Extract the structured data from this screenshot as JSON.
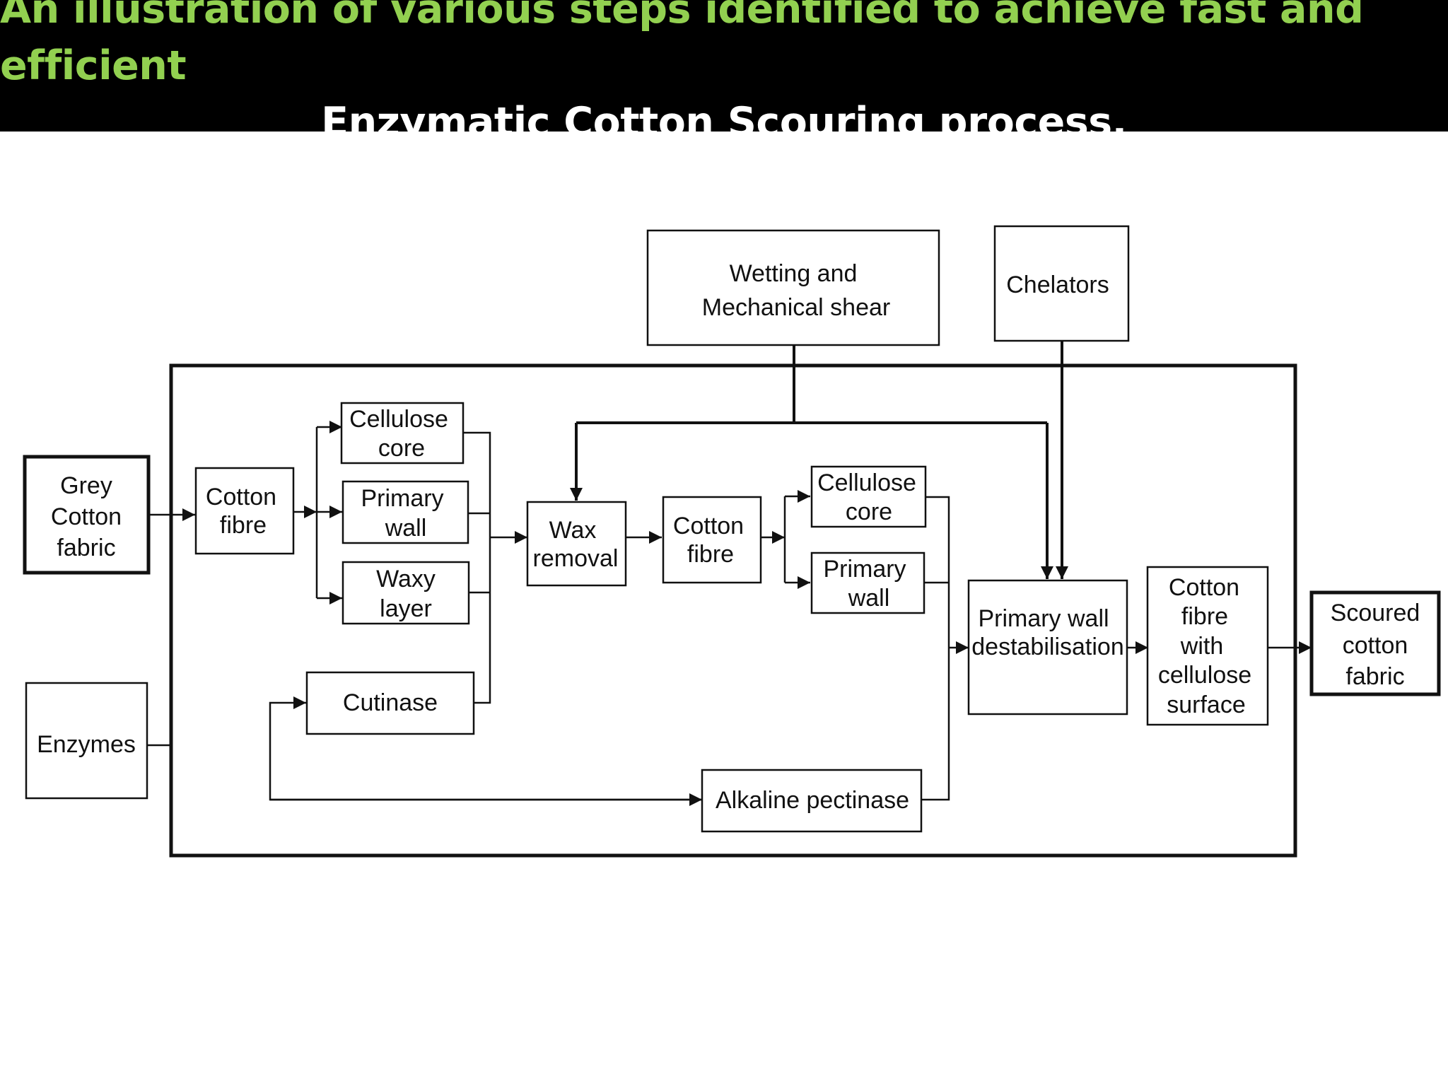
{
  "title": {
    "line1": "An illustration of various steps identified to achieve fast and efficient",
    "line2": "Enzymatic Cotton Scouring process."
  },
  "colors": {
    "title_line1": "#92d050",
    "title_line2": "#ffffff",
    "title_background": "#000000"
  },
  "nodes": {
    "grey_cotton_fabric": [
      "Grey",
      "Cotton",
      "fabric"
    ],
    "enzymes": [
      "Enzymes"
    ],
    "cotton_fibre_1": [
      "Cotton",
      "fibre"
    ],
    "cellulose_core_1": [
      "Cellulose",
      "core"
    ],
    "primary_wall_1": [
      "Primary",
      "wall"
    ],
    "waxy_layer": [
      "Waxy",
      "layer"
    ],
    "cutinase": [
      "Cutinase"
    ],
    "wax_removal": [
      "Wax",
      "removal"
    ],
    "cotton_fibre_2": [
      "Cotton",
      "fibre"
    ],
    "cellulose_core_2": [
      "Cellulose",
      "core"
    ],
    "primary_wall_2": [
      "Primary",
      "wall"
    ],
    "alkaline_pectinase": [
      "Alkaline pectinase"
    ],
    "wetting_shear": [
      "Wetting  and",
      "Mechanical  shear"
    ],
    "chelators": [
      "Chelators"
    ],
    "primary_wall_destabilisation": [
      "Primary wall",
      "destabilisation"
    ],
    "cotton_fibre_cellulose_surface": [
      "Cotton",
      "fibre",
      "with",
      "cellulose",
      "surface"
    ],
    "scoured_cotton_fabric": [
      "Scoured",
      "cotton",
      "fabric"
    ]
  }
}
